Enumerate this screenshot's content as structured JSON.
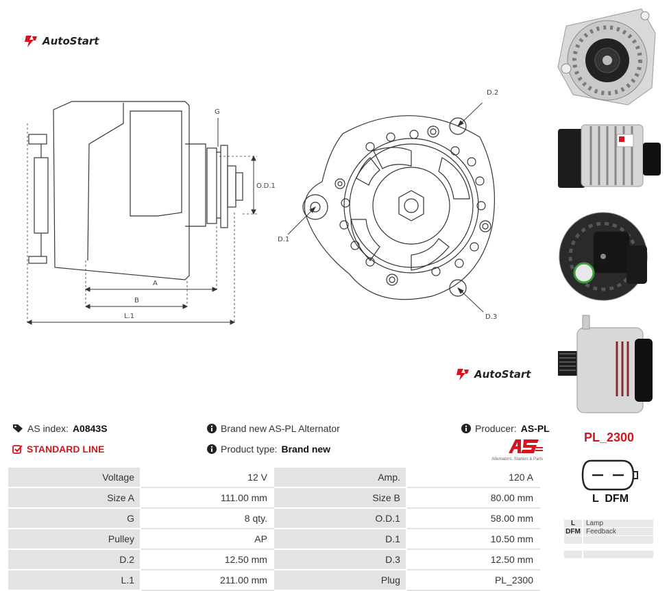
{
  "brand": {
    "name": "AutoStart",
    "accent": "#d4141e"
  },
  "diagram": {
    "labels": {
      "g": "G",
      "od1": "O.D.1",
      "a": "A",
      "b": "B",
      "l1": "L.1",
      "d1": "D.1",
      "d2": "D.2",
      "d3": "D.3"
    }
  },
  "photos": [
    {
      "name": "alternator-front-photo"
    },
    {
      "name": "alternator-side-photo"
    },
    {
      "name": "alternator-rear-photo"
    },
    {
      "name": "alternator-pulley-side-photo"
    }
  ],
  "info": {
    "as_index_label": "AS index:",
    "as_index_value": "A0843S",
    "standard_line": "STANDARD LINE",
    "brand_new_text": "Brand new AS-PL Alternator",
    "product_type_label": "Product type:",
    "product_type_value": "Brand new",
    "producer_label": "Producer:",
    "producer_value": "AS-PL",
    "producer_tagline": "Alternators, Starters & Parts"
  },
  "specs": [
    {
      "l1": "Voltage",
      "v1": "12 V",
      "l2": "Amp.",
      "v2": "120 A"
    },
    {
      "l1": "Size A",
      "v1": "111.00 mm",
      "l2": "Size B",
      "v2": "80.00 mm"
    },
    {
      "l1": "G",
      "v1": "8 qty.",
      "l2": "O.D.1",
      "v2": "58.00 mm"
    },
    {
      "l1": "Pulley",
      "v1": "AP",
      "l2": "D.1",
      "v2": "10.50 mm"
    },
    {
      "l1": "D.2",
      "v1": "12.50 mm",
      "l2": "D.3",
      "v2": "12.50 mm"
    },
    {
      "l1": "L.1",
      "v1": "211.00 mm",
      "l2": "Plug",
      "v2": "PL_2300"
    }
  ],
  "plug": {
    "code": "PL_2300",
    "pin_labels": "L  DFM",
    "legend": [
      {
        "key": "L",
        "desc": "Lamp"
      },
      {
        "key": "DFM",
        "desc": "Feedback"
      }
    ]
  }
}
